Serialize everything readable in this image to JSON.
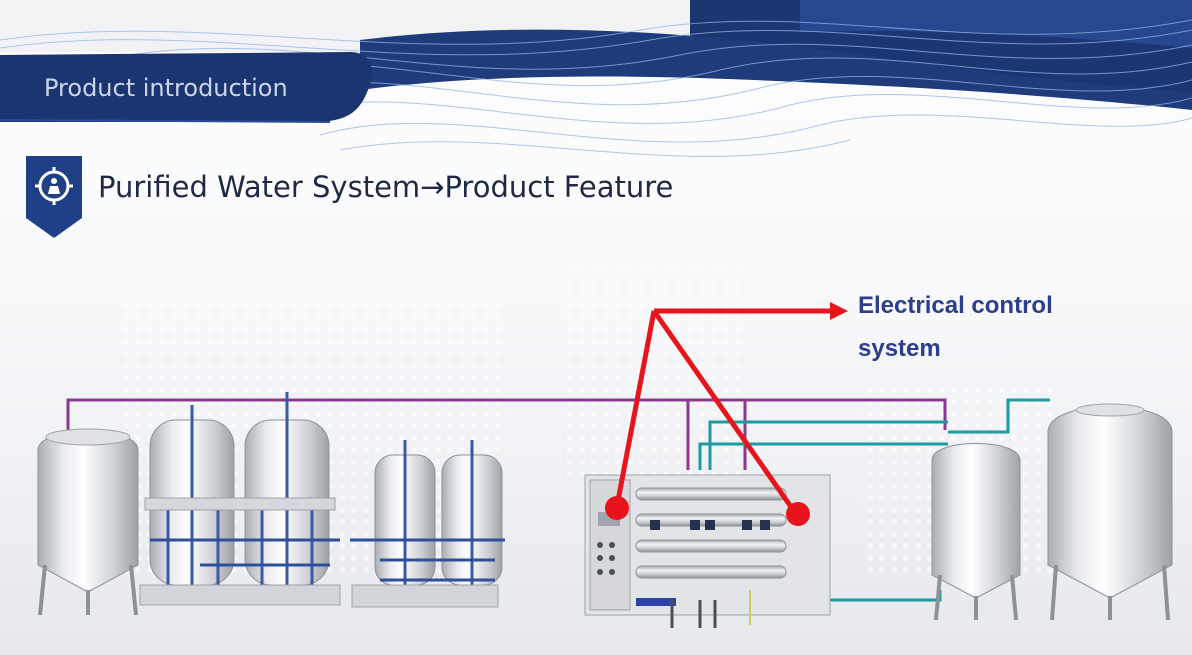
{
  "header": {
    "banner_label": "Product introduction"
  },
  "section": {
    "title": "Purified Water System→Product Feature",
    "icon": "gear-person-icon"
  },
  "callout": {
    "line1": "Electrical control",
    "line2": "system"
  },
  "colors": {
    "navy": "#1a3570",
    "callout_text": "#2c3e8c",
    "pointer": "#e8141c",
    "steel": "#c9ccd1"
  }
}
